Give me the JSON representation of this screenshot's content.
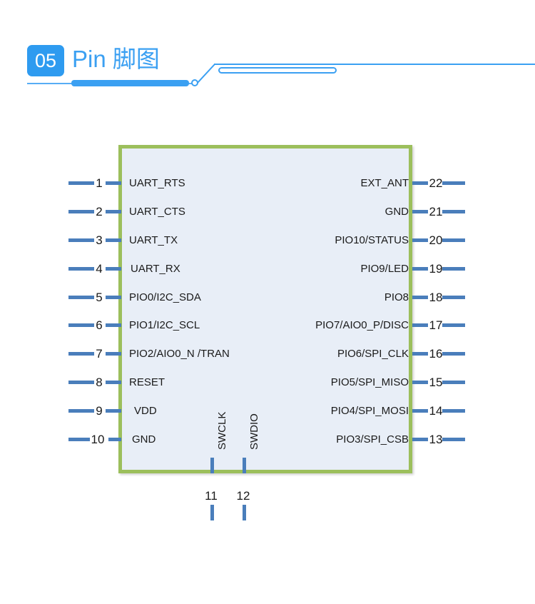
{
  "header": {
    "badge_number": "05",
    "title": "Pin 脚图",
    "accent_color": "#3ba0f2",
    "badge_color": "#2e9bf0"
  },
  "diagram": {
    "name": "module-pinout-diagram",
    "body_fill": "#e8eef7",
    "body_border": "#9cbf5c",
    "lead_color": "#4a7ebb",
    "total_pins": 22,
    "left_pins": [
      {
        "number": "1",
        "label": "UART_RTS"
      },
      {
        "number": "2",
        "label": "UART_CTS"
      },
      {
        "number": "3",
        "label": "UART_TX"
      },
      {
        "number": "4",
        "label": "UART_RX"
      },
      {
        "number": "5",
        "label": "PIO0/I2C_SDA"
      },
      {
        "number": "6",
        "label": "PIO1/I2C_SCL"
      },
      {
        "number": "7",
        "label": "PIO2/AIO0_N /TRAN"
      },
      {
        "number": "8",
        "label": "RESET"
      },
      {
        "number": "9",
        "label": "VDD"
      },
      {
        "number": "10",
        "label": "GND"
      }
    ],
    "bottom_pins": [
      {
        "number": "11",
        "label": "SWCLK"
      },
      {
        "number": "12",
        "label": "SWDIO"
      }
    ],
    "right_pins": [
      {
        "number": "22",
        "label": "EXT_ANT"
      },
      {
        "number": "21",
        "label": "GND"
      },
      {
        "number": "20",
        "label": "PIO10/STATUS"
      },
      {
        "number": "19",
        "label": "PIO9/LED"
      },
      {
        "number": "18",
        "label": "PIO8"
      },
      {
        "number": "17",
        "label": "PIO7/AIO0_P/DISC"
      },
      {
        "number": "16",
        "label": "PIO6/SPI_CLK"
      },
      {
        "number": "15",
        "label": "PIO5/SPI_MISO"
      },
      {
        "number": "14",
        "label": "PIO4/SPI_MOSI"
      },
      {
        "number": "13",
        "label": "PIO3/SPI_CSB"
      }
    ]
  }
}
